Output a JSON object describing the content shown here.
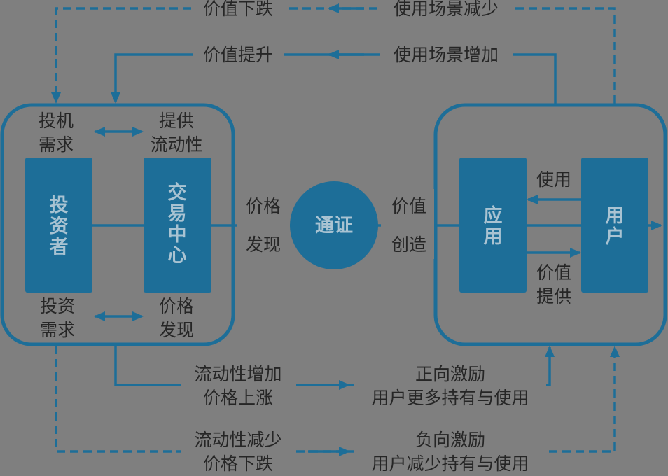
{
  "colors": {
    "background": "#7f7f7f",
    "accent": "#1d6e98",
    "text": "#262626",
    "box_text": "#a9c3d2"
  },
  "top": {
    "dashed_left": "价值下跌",
    "dashed_right": "使用场景减少",
    "solid_left": "价值提升",
    "solid_right": "使用场景增加"
  },
  "left_group": {
    "top_left": [
      "投机",
      "需求"
    ],
    "top_right": [
      "提供",
      "流动性"
    ],
    "bottom_left": [
      "投资",
      "需求"
    ],
    "bottom_right": [
      "价格",
      "发现"
    ],
    "box1": [
      "投",
      "资",
      "者"
    ],
    "box2": [
      "交",
      "易",
      "中",
      "心"
    ]
  },
  "center": {
    "left_label": [
      "价格",
      "发现"
    ],
    "token": "通证",
    "right_label": [
      "价值",
      "创造"
    ]
  },
  "right_group": {
    "box1": [
      "应",
      "用"
    ],
    "box2": [
      "用",
      "户"
    ],
    "use": "使用",
    "provide": [
      "价值",
      "提供"
    ]
  },
  "bottom": {
    "solid_left": [
      "流动性增加",
      "价格上涨"
    ],
    "solid_right": [
      "正向激励",
      "用户更多持有与使用"
    ],
    "dashed_left": [
      "流动性减少",
      "价格下跌"
    ],
    "dashed_right": [
      "负向激励",
      "用户减少持有与使用"
    ]
  }
}
